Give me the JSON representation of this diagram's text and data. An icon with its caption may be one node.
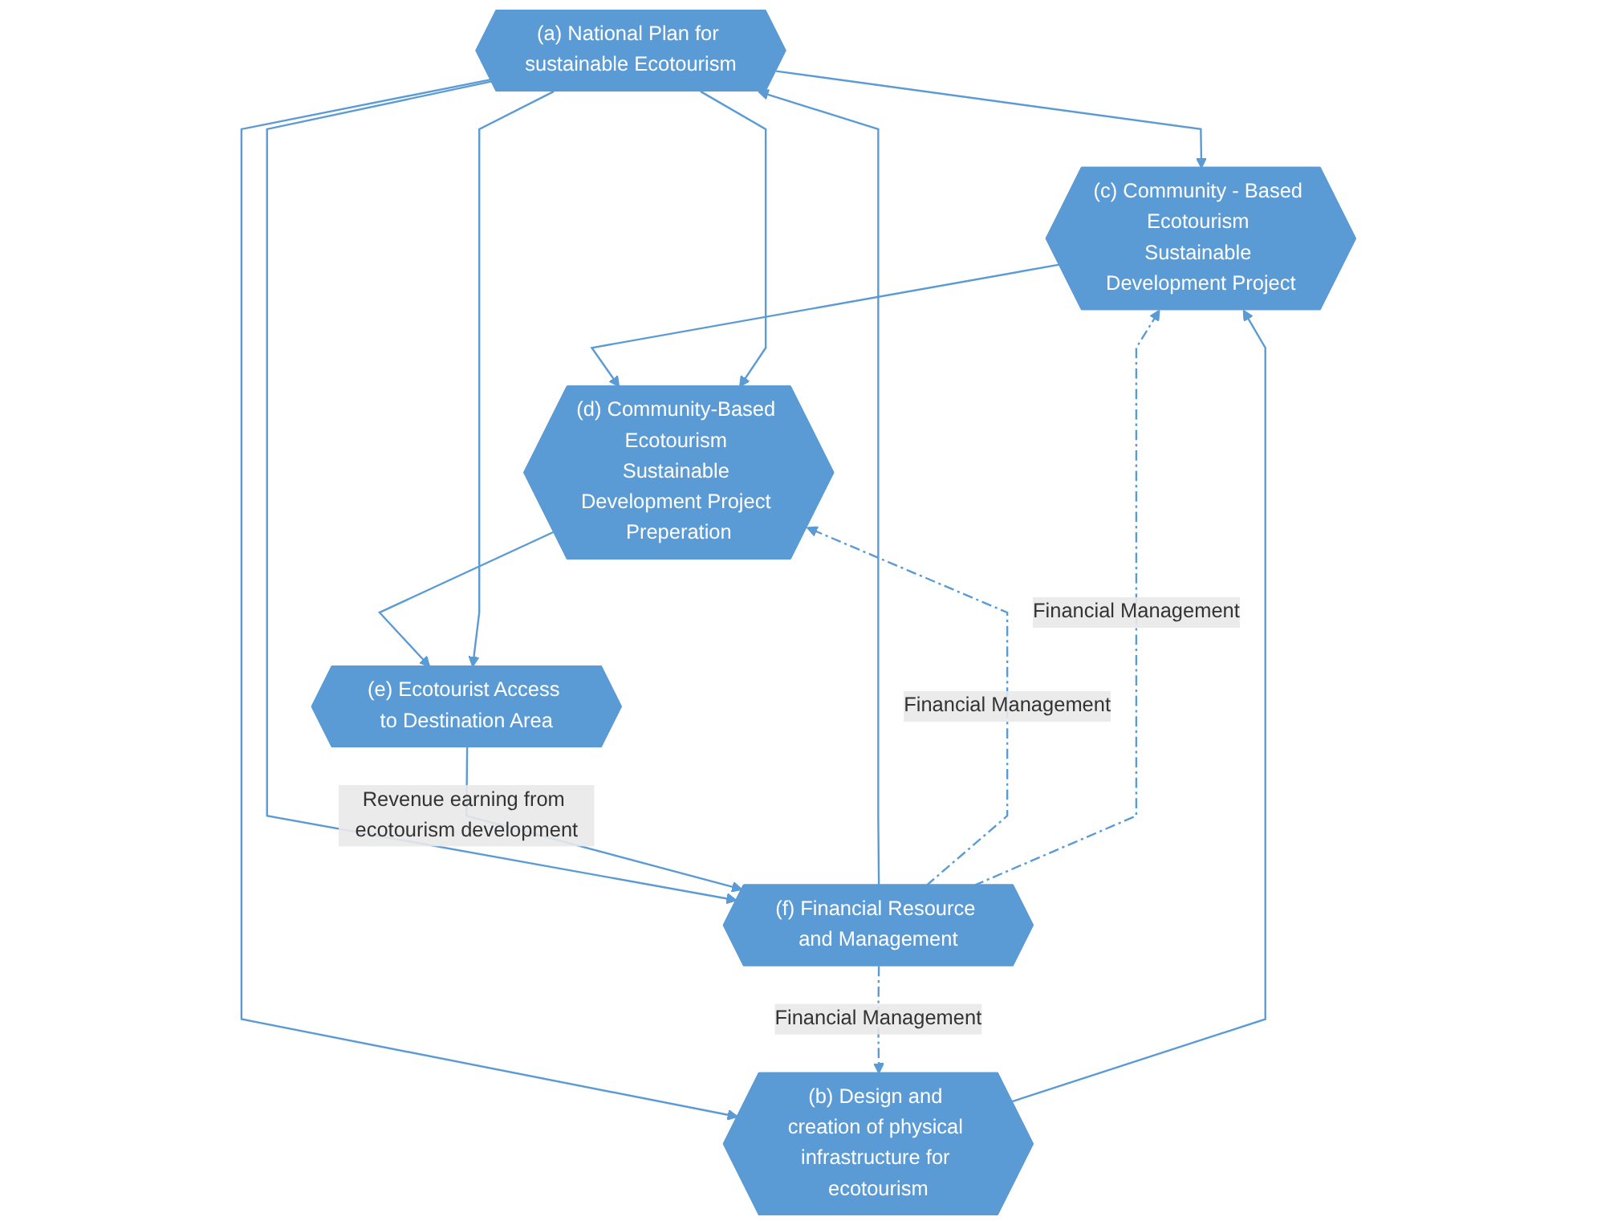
{
  "diagram": {
    "nodes": [
      {
        "text": [
          "(a) National Plan for sustainable Ecotourism"
        ]
      },
      {
        "text": [
          "(b) Design and creation of physical infrastructure for ecotourism"
        ]
      },
      {
        "text": [
          "(c) Community - Based Ecotourism Sustainable Development Project"
        ]
      },
      {
        "text": [
          "(d) Community-Based Ecotourism Sustainable Development Project Preperation"
        ]
      },
      {
        "text": [
          "(e) Ecotourist Access to Destination Area"
        ]
      },
      {
        "text": [
          "(f) Financial Resource and Management"
        ]
      }
    ],
    "edges": [
      {
        "from": 2,
        "to": 3,
        "arrow": "to"
      },
      {
        "from": 0,
        "to": 2,
        "arrow": "to"
      },
      {
        "from": 0,
        "to": 3,
        "arrow": "to"
      },
      {
        "from": 3,
        "to": 4,
        "arrow": "to"
      },
      {
        "from": 0,
        "to": 4,
        "arrow": "to"
      },
      {
        "from": 0,
        "to": 1,
        "arrow": "to"
      },
      {
        "from": 1,
        "to": 2,
        "arrow": "to"
      },
      {
        "from": 0,
        "to": 5,
        "arrow": "to"
      },
      {
        "from": 5,
        "to": 0,
        "arrow": "to"
      },
      {
        "from": 5,
        "to": 3,
        "arrow": "to",
        "style": "dashed",
        "label": "Financial Management"
      },
      {
        "from": 5,
        "to": 2,
        "arrow": "to",
        "style": "dashed",
        "label": "Financial Management"
      },
      {
        "from": 5,
        "to": 1,
        "arrow": "to",
        "style": "dashed",
        "label": "Financial Management"
      },
      {
        "from": 4,
        "to": 5,
        "arrow": "to",
        "label": "Revenue earning from ecotourism development"
      }
    ]
  }
}
